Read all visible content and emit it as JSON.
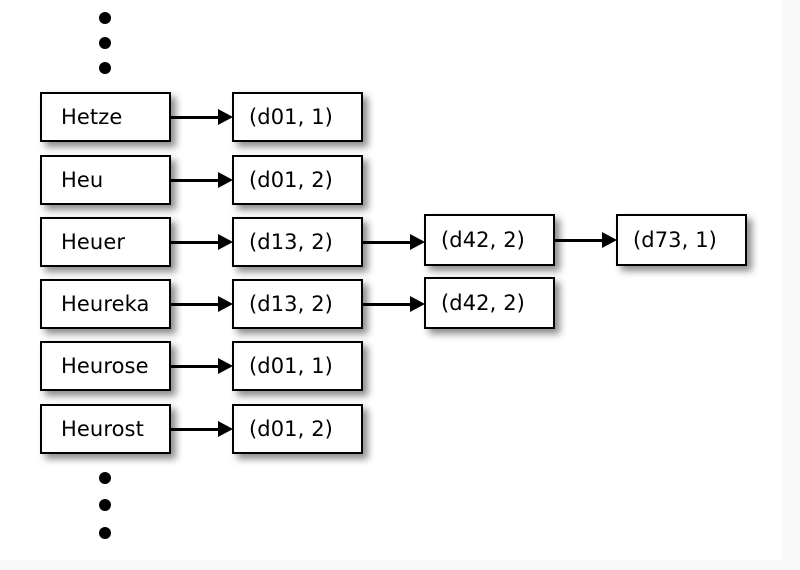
{
  "figure": {
    "type": "diagram",
    "title": "Inverted index / postings list diagram",
    "background_color": "#ffffff",
    "line_color": "#000000",
    "node_fill": "#ffffff"
  },
  "ellipsis_top": {
    "name": "vertical-ellipsis-top",
    "dots": 3
  },
  "ellipsis_bottom": {
    "name": "vertical-ellipsis-bottom",
    "dots": 3
  },
  "dictionary": {
    "label": "term-dictionary-column",
    "terms": [
      {
        "id": "hetze",
        "label": "Hetze"
      },
      {
        "id": "heu",
        "label": "Heu"
      },
      {
        "id": "heuer",
        "label": "Heuer"
      },
      {
        "id": "heureka",
        "label": "Heureka"
      },
      {
        "id": "heurose",
        "label": "Heurose"
      },
      {
        "id": "heurost",
        "label": "Heurost"
      }
    ]
  },
  "postings": {
    "label": "postings-lists",
    "rows": [
      {
        "term_id": "hetze",
        "entries": [
          {
            "label": "(d01, 1)"
          }
        ]
      },
      {
        "term_id": "heu",
        "entries": [
          {
            "label": "(d01, 2)"
          }
        ]
      },
      {
        "term_id": "heuer",
        "entries": [
          {
            "label": "(d13, 2)"
          },
          {
            "label": "(d42, 2)"
          },
          {
            "label": "(d73, 1)"
          }
        ]
      },
      {
        "term_id": "heureka",
        "entries": [
          {
            "label": "(d13, 2)"
          },
          {
            "label": "(d42, 2)"
          }
        ]
      },
      {
        "term_id": "heurose",
        "entries": [
          {
            "label": "(d01, 1)"
          }
        ]
      },
      {
        "term_id": "heurost",
        "entries": [
          {
            "label": "(d01, 2)"
          }
        ]
      }
    ]
  },
  "arrows": {
    "label": "pointer-arrows",
    "count": 9
  }
}
